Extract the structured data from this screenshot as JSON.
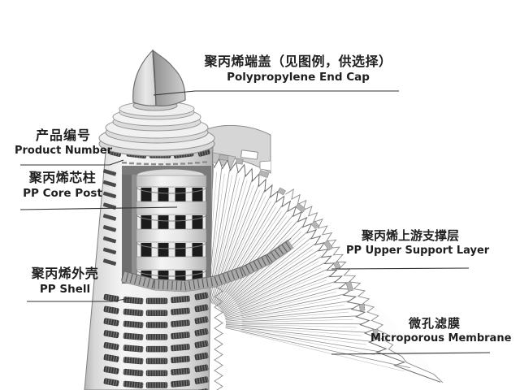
{
  "diagram": {
    "background_color": "#ffffff",
    "line_color": "#2f2f2f",
    "subject": "pleated-filter-cartridge-cutaway",
    "callouts": {
      "end_cap": {
        "zh": "聚丙烯端盖（见图例，供选择）",
        "en": "Polypropylene End Cap"
      },
      "product_number": {
        "zh": "产品编号",
        "en": "Product Number"
      },
      "core_post": {
        "zh": "聚丙烯芯柱",
        "en": "PP Core Post"
      },
      "shell": {
        "zh": "聚丙烯外壳",
        "en": "PP Shell"
      },
      "support_layer": {
        "zh": "聚丙烯上游支撑层",
        "en": "PP Upper Support Layer"
      },
      "membrane": {
        "zh": "微孔滤膜",
        "en": "Microporous Membrane"
      }
    }
  }
}
